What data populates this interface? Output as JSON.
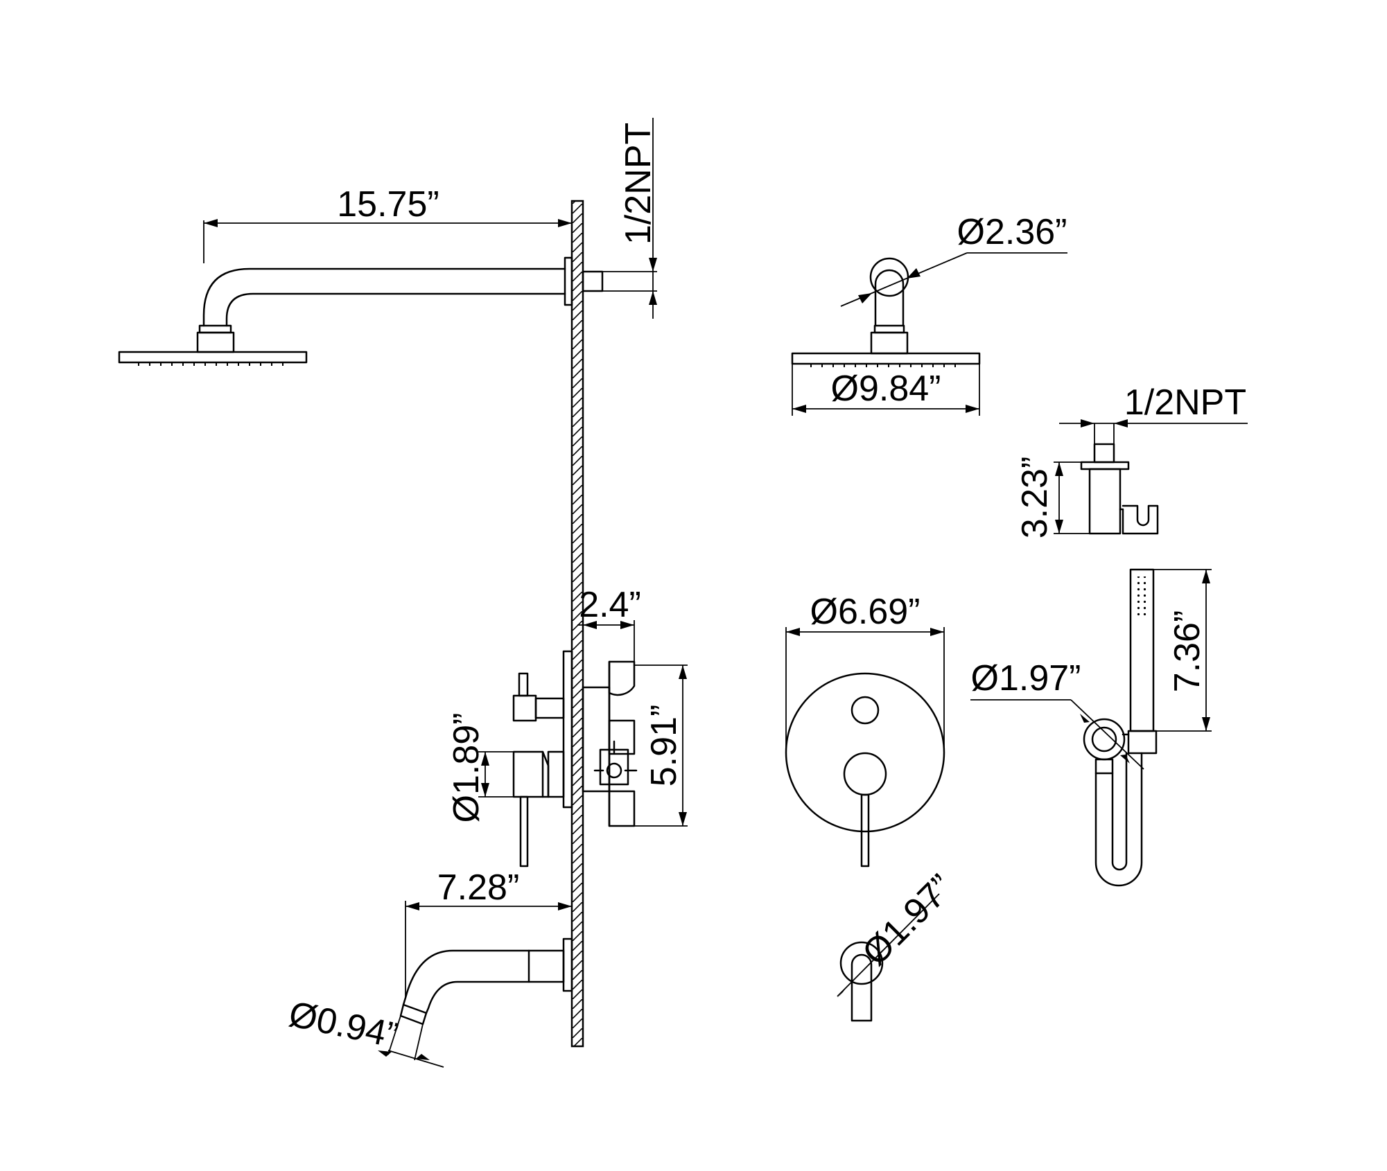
{
  "dimensions": {
    "arm_length": "15.75”",
    "arm_thread_vertical": "1/2NPT",
    "flange_diameter": "Ø2.36”",
    "shower_head_diameter": "Ø9.84”",
    "holder_thread": "1/2NPT",
    "holder_height": "3.23”",
    "valve_depth": "2.4”",
    "valve_height": "5.91”",
    "handle_diameter": "Ø1.89”",
    "trim_plate_diameter": "Ø6.69”",
    "hose_connector_diameter": "Ø1.97”",
    "hand_shower_length": "7.36”",
    "spout_length": "7.28”",
    "spout_outlet_diameter": "Ø0.94”",
    "spout_flange_diameter": "Ø1.97”"
  }
}
